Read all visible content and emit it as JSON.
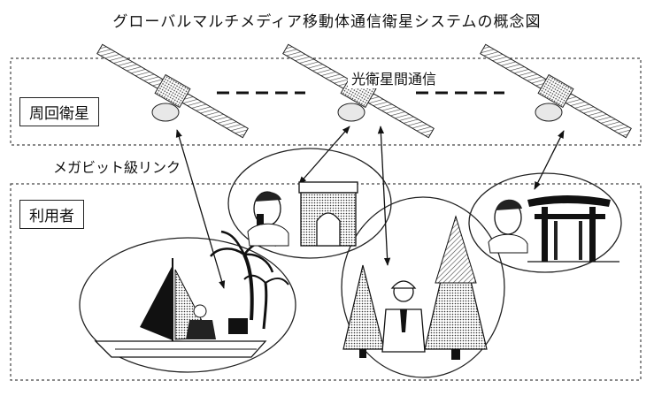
{
  "title": "グローバルマルチメディア移動体通信衛星システムの概念図",
  "labels": {
    "orbit_satellite": "周回衛星",
    "users": "利用者",
    "optical_link": "光衛星間通信",
    "megabit_link": "メガビット級リンク"
  },
  "icons": [
    "satellite-icon",
    "sailboat-icon",
    "palm-tree-icon",
    "phone-user-icon",
    "arc-de-triomphe-icon",
    "engineer-icon",
    "pine-tree-icon",
    "torii-gate-icon"
  ]
}
